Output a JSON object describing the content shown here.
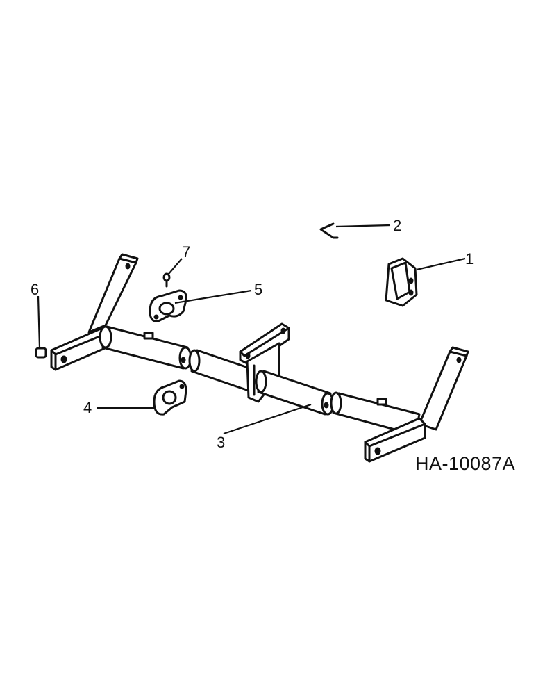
{
  "diagram": {
    "drawing_code": "HA-10087A",
    "callouts": {
      "c1": "1",
      "c2": "2",
      "c3": "3",
      "c4": "4",
      "c5": "5",
      "c6": "6",
      "c7": "7"
    }
  },
  "colors": {
    "ink": "#111111",
    "paper": "#ffffff"
  }
}
